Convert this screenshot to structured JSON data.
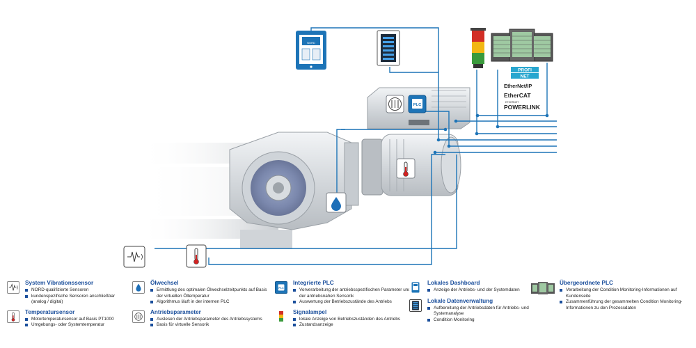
{
  "devices": {
    "tablet": {
      "brand": "NORD"
    },
    "plc": {
      "badge": "PLC"
    },
    "protocols": {
      "profinet_line1": "PROFI",
      "profinet_line2": "NET",
      "ethernetip": "EtherNet/IP",
      "ethercat": "EtherCAT",
      "powerlink_top": "ETHERNET",
      "powerlink": "POWERLINK"
    }
  },
  "colors": {
    "accent": "#1b4f9c",
    "line": "#1d74b7",
    "icon_border": "#888888",
    "therm_red": "#d22222",
    "drop_blue": "#1d6fb8"
  },
  "legend": [
    {
      "icon": "vibration-icon",
      "title": "System Vibrationssensor",
      "items": [
        "NORD-qualifizierte Sensoren",
        "kundenspezifische Sensoren anschließbar (analog / digital)"
      ]
    },
    {
      "icon": "thermometer-icon",
      "title": "Temperatursensor",
      "items": [
        "Motortemperatursensor auf Basis PT1000",
        "Umgebungs- oder Systemtemperatur"
      ]
    },
    {
      "icon": "oil-drop-icon",
      "title": "Ölwechsel",
      "items": [
        "Ermittlung des optimalen Ölwechselzeitpunkts auf Basis der virtuellen Öltemperatur",
        "Algorithmus läuft in der internen PLC"
      ]
    },
    {
      "icon": "drive-parameter-icon",
      "title": "Antriebsparameter",
      "items": [
        "Auslesen der Antriebsparameter des Antriebssystems",
        "Basis für virtuelle Sensorik"
      ]
    },
    {
      "icon": "plc-icon",
      "title": "Integrierte PLC",
      "items": [
        "Vorverarbeitung der antriebsspezifischen Parameter und der antriebsnahen Sensorik",
        "Auswertung der Betriebszustände des Antriebs"
      ]
    },
    {
      "icon": "signal-light-icon",
      "title": "Signalampel",
      "items": [
        "lokale Anzeige von Betriebszuständen des Antriebs",
        "Zustandsanzeige"
      ]
    },
    {
      "icon": "dashboard-tablet-icon",
      "title": "Lokales Dashboard",
      "items": [
        "Anzeige der Antriebs- und der Systemdaten"
      ]
    },
    {
      "icon": "data-storage-icon",
      "title": "Lokale Datenverwaltung",
      "items": [
        "Aufbereitung der Antriebsdaten für Antriebs- und Systemanalyse",
        "Condition Monitoring"
      ]
    },
    {
      "icon": "server-icon",
      "title": "Übergeordnete PLC",
      "items": [
        "Verarbeitung der Condition Monitoring-Informationen auf Kundenseite",
        "Zusammenführung der gesammelten Condition Monitoring-Informationen zu den Prozessdaten"
      ]
    }
  ]
}
